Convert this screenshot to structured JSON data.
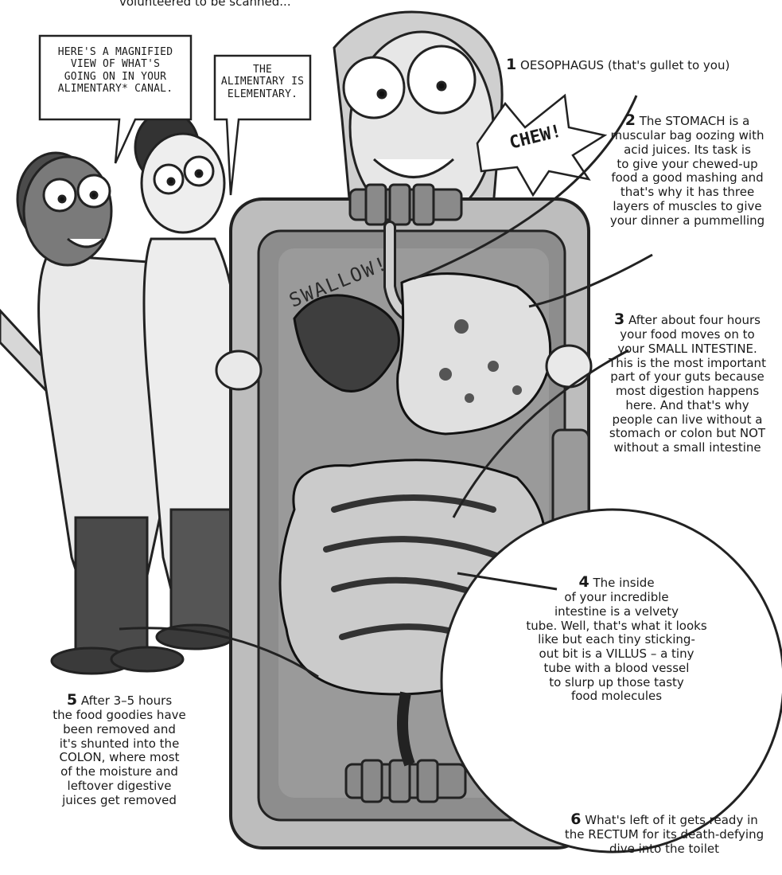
{
  "top_fragment": "volunteered to be scanned...",
  "speech_left": "HERE'S A MAGNIFIED\nVIEW OF WHAT'S\nGOING ON IN YOUR\nALIMENTARY* CANAL.",
  "speech_right": "THE\nALIMENTARY IS\nELEMENTARY.",
  "sfx_chew": "CHEW!",
  "sfx_swallow": "SWALLOW!",
  "captions": [
    {
      "num": "1",
      "text": "OESOPHAGUS (that's gullet to you)"
    },
    {
      "num": "2",
      "text": "The STOMACH is a\nmuscular bag oozing with\nacid juices. Its task is\nto give your chewed-up\nfood a good mashing and\nthat's why it has three\nlayers of muscles to give\nyour dinner a pummelling"
    },
    {
      "num": "3",
      "text": "After about four hours\nyour food moves on to\nyour SMALL INTESTINE.\nThis is the most important\npart of your guts because\nmost digestion happens\nhere. And that's why\npeople can live without a\nstomach or colon but NOT\nwithout a small intestine"
    },
    {
      "num": "4",
      "text": "The inside\nof your incredible\nintestine is a velvety\ntube. Well, that's what it looks\nlike but each tiny sticking-\nout bit is a VILLUS – a tiny\ntube with a blood vessel\nto slurp up those tasty\nfood molecules"
    },
    {
      "num": "5",
      "text": "After 3–5 hours\nthe food goodies have\nbeen removed and\nit's shunted into the\nCOLON, where most\nof the moisture and\nleftover digestive\njuices get removed"
    },
    {
      "num": "6",
      "text": "What's left of it gets ready in\nthe RECTUM for its death-defying\ndive into the toilet"
    }
  ]
}
